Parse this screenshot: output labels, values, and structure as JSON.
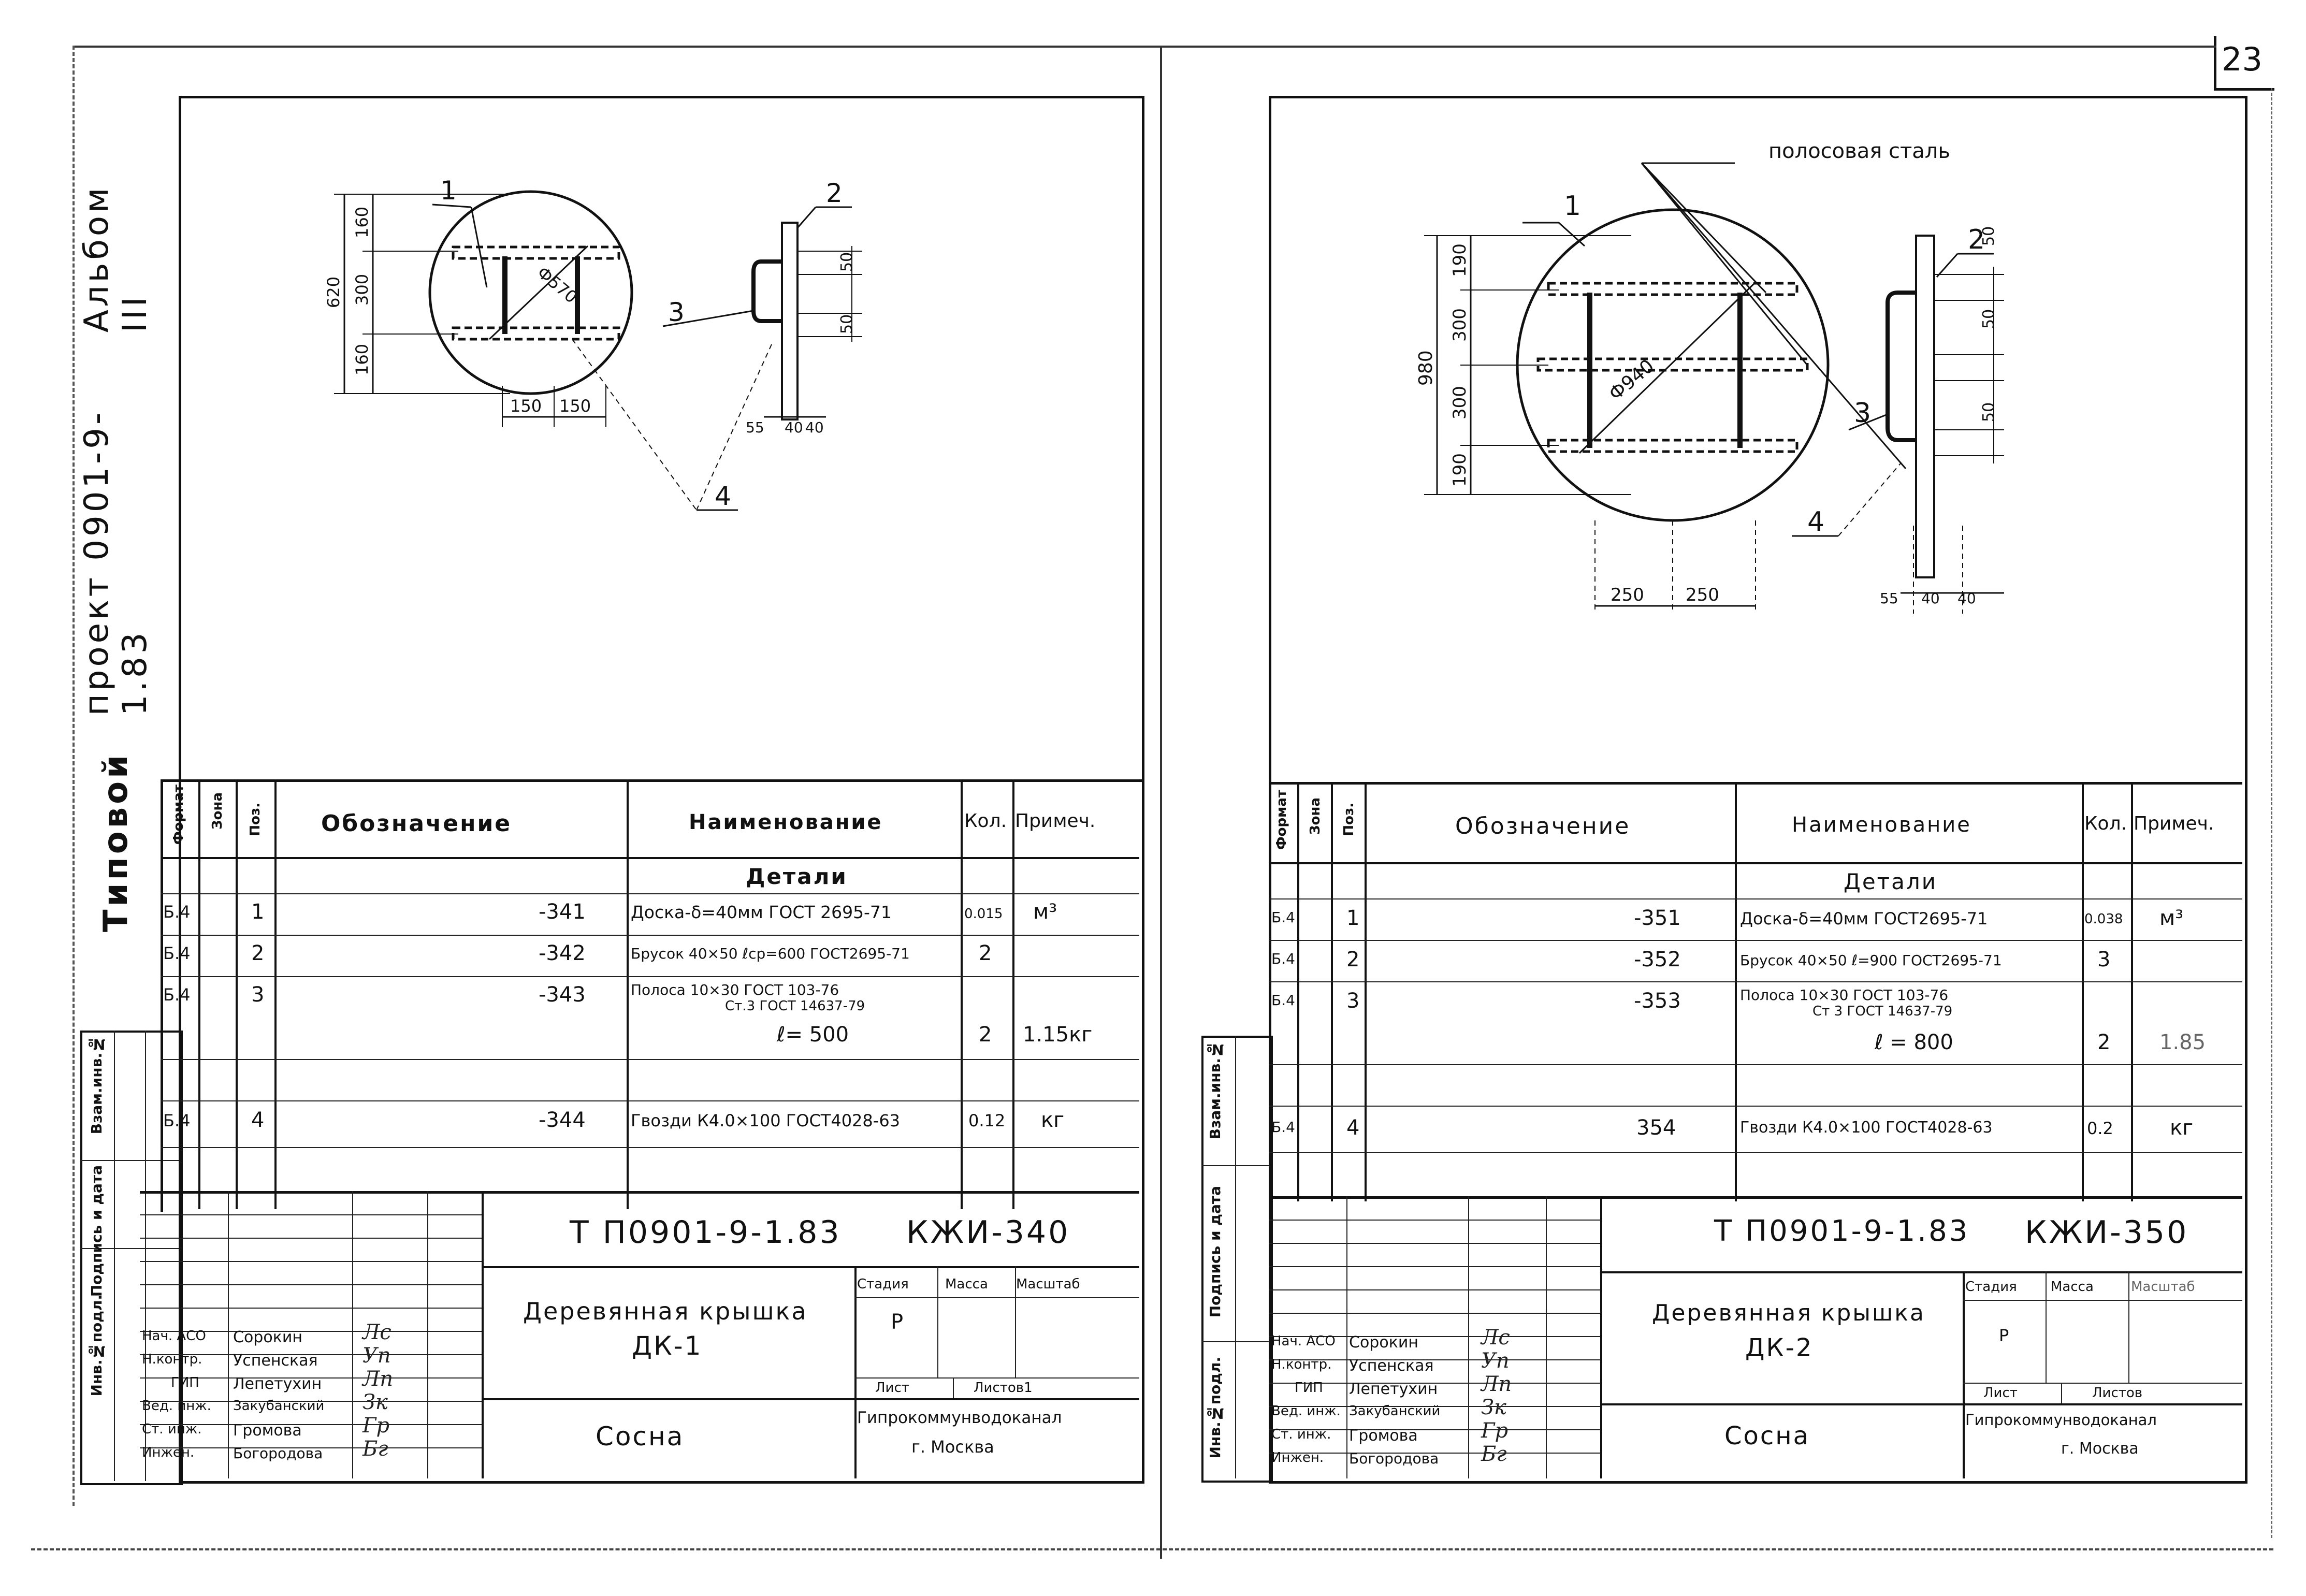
{
  "page_number": "23",
  "side": {
    "title_typical": "Типовой",
    "title_project": "проект 0901-9-1.83",
    "title_album": "Альбом III",
    "col_inv_orig": "Инв.№подл.",
    "col_sign_date": "Подпись и дата",
    "col_vzam": "Взам.инв.№"
  },
  "table_headers": {
    "format": "Формат",
    "zone": "Зона",
    "pos": "Поз.",
    "designation": "Обозначение",
    "name": "Наименование",
    "qty": "Кол.",
    "note": "Примеч."
  },
  "left_sheet": {
    "drawing": {
      "callouts": [
        "1",
        "2",
        "3",
        "4"
      ],
      "dims_vertical": [
        "620",
        "160",
        "300",
        "160"
      ],
      "dims_right": [
        "50",
        "50"
      ],
      "diameter": "Ф570",
      "dims_bottom": [
        "150",
        "150"
      ],
      "dims_bottom_right": [
        "55",
        "40",
        "40"
      ]
    },
    "spec": {
      "section": "Детали",
      "rows": [
        {
          "format": "Б.4",
          "pos": "1",
          "designation": "-341",
          "name": "Доска-δ=40мм ГОСТ 2695-71",
          "qty": "0.015",
          "note": "м³"
        },
        {
          "format": "Б.4",
          "pos": "2",
          "designation": "-342",
          "name": "Брусок 40×50 ℓср=600 ГОСТ2695-71",
          "qty": "2",
          "note": ""
        },
        {
          "format": "Б.4",
          "pos": "3",
          "designation": "-343",
          "name": "Полоса 10×30 ГОСТ 103-76",
          "name2": "Ст.3 ГОСТ 14637-79",
          "qty": "",
          "note": ""
        },
        {
          "format": "",
          "pos": "",
          "designation": "",
          "name": "ℓ= 500",
          "qty": "2",
          "note": "1.15кг"
        },
        {
          "format": "Б.4",
          "pos": "4",
          "designation": "-344",
          "name": "Гвозди К4.0×100 ГОСТ4028-63",
          "qty": "0.12",
          "note": "кг"
        }
      ]
    },
    "titleblock": {
      "code": "Т П0901-9-1.83",
      "mark": "КЖИ-340",
      "title_line1": "Деревянная крышка",
      "title_line2": "ДК-1",
      "material": "Сосна",
      "stage_label": "Стадия",
      "mass_label": "Масса",
      "scale_label": "Масштаб",
      "stage": "Р",
      "sheet_label": "Лист",
      "sheets_label": "Листов1",
      "org_line1": "Гипрокоммунводоканал",
      "org_line2": "г. Москва",
      "staff": [
        {
          "role": "Нач. АСО",
          "name": "Сорокин",
          "sig": "Лс"
        },
        {
          "role": "Н.контр.",
          "name": "Успенская",
          "sig": "Уп"
        },
        {
          "role": "ГИП",
          "name": "Лепетухин",
          "sig": "Лп"
        },
        {
          "role": "Вед. инж.",
          "name": "Закубанский",
          "sig": "Зк"
        },
        {
          "role": "Ст. инж.",
          "name": "Громова",
          "sig": "Гр"
        },
        {
          "role": "Инжен.",
          "name": "Богородова",
          "sig": "Бг"
        }
      ]
    }
  },
  "right_sheet": {
    "drawing": {
      "label_strip": "полосовая сталь",
      "callouts": [
        "1",
        "2",
        "3",
        "4"
      ],
      "dims_vertical": [
        "980",
        "190",
        "300",
        "300",
        "190"
      ],
      "dims_right": [
        "50",
        "50",
        "50"
      ],
      "diameter": "Ф940",
      "dims_bottom": [
        "250",
        "250"
      ],
      "dims_bottom_right": [
        "55",
        "40",
        "40"
      ]
    },
    "spec": {
      "section": "Детали",
      "rows": [
        {
          "format": "Б.4",
          "pos": "1",
          "designation": "-351",
          "name": "Доска-δ=40мм ГОСТ2695-71",
          "qty": "0.038",
          "note": "м³"
        },
        {
          "format": "Б.4",
          "pos": "2",
          "designation": "-352",
          "name": "Брусок 40×50 ℓ=900 ГОСТ2695-71",
          "qty": "3",
          "note": ""
        },
        {
          "format": "Б.4",
          "pos": "3",
          "designation": "-353",
          "name": "Полоса 10×30 ГОСТ 103-76",
          "name2": "Ст 3 ГОСТ 14637-79",
          "qty": "",
          "note": ""
        },
        {
          "format": "",
          "pos": "",
          "designation": "",
          "name": "ℓ = 800",
          "qty": "2",
          "note": "1.85"
        },
        {
          "format": "Б.4",
          "pos": "4",
          "designation": "354",
          "name": "Гвозди К4.0×100 ГОСТ4028-63",
          "qty": "0.2",
          "note": "кг"
        }
      ]
    },
    "titleblock": {
      "code": "Т П0901-9-1.83",
      "mark": "КЖИ-350",
      "title_line1": "Деревянная крышка",
      "title_line2": "ДК-2",
      "material": "Сосна",
      "stage_label": "Стадия",
      "mass_label": "Масса",
      "scale_label": "Масштаб",
      "stage": "Р",
      "sheet_label": "Лист",
      "sheets_label": "Листов",
      "org_line1": "Гипрокоммунводоканал",
      "org_line2": "г. Москва",
      "staff": [
        {
          "role": "Нач. АСО",
          "name": "Сорокин",
          "sig": "Лс"
        },
        {
          "role": "Н.контр.",
          "name": "Успенская",
          "sig": "Уп"
        },
        {
          "role": "ГИП",
          "name": "Лепетухин",
          "sig": "Лп"
        },
        {
          "role": "Вед. инж.",
          "name": "Закубанский",
          "sig": "Зк"
        },
        {
          "role": "Ст. инж.",
          "name": "Громова",
          "sig": "Гр"
        },
        {
          "role": "Инжен.",
          "name": "Богородова",
          "sig": "Бг"
        }
      ]
    }
  }
}
